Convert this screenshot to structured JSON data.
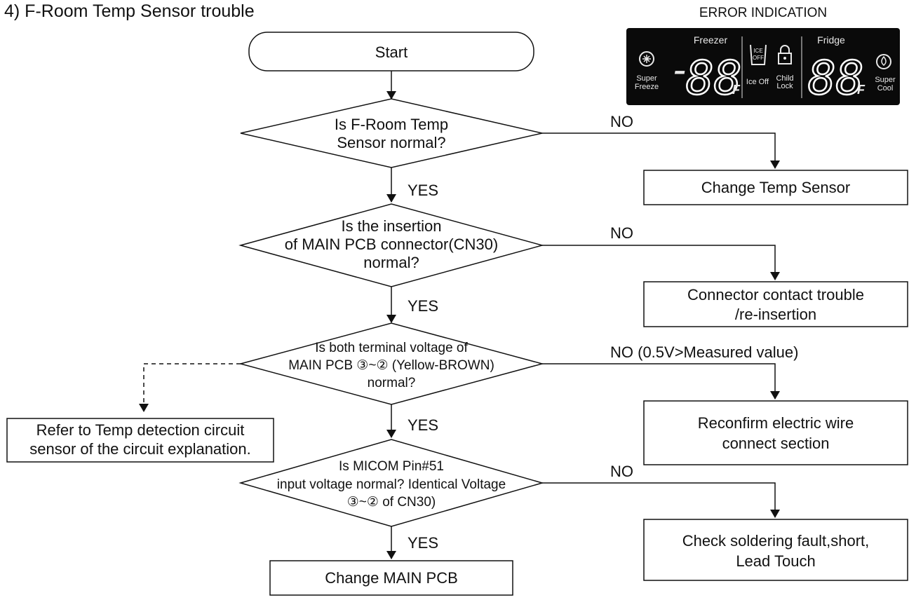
{
  "title": "4) F-Room Temp Sensor trouble",
  "error_indication": {
    "caption": "ERROR INDICATION",
    "freezer_label": "Freezer",
    "fridge_label": "Fridge",
    "super_freeze": [
      "Super",
      "Freeze"
    ],
    "super_cool": [
      "Super",
      "Cool"
    ],
    "ice_off": "Ice Off",
    "ice_off_icon": [
      "ICE",
      "OFF"
    ],
    "child_lock": [
      "Child",
      "Lock"
    ],
    "unit": "F",
    "minus": "-",
    "freezer_digits": "88",
    "fridge_digits": "88",
    "colors": {
      "panel": "#0a0a0a",
      "segment": "#ffffff",
      "segment_dim": "#8a8a8a"
    }
  },
  "flow": {
    "start": "Start",
    "decision1": [
      "Is F-Room Temp",
      "Sensor normal?"
    ],
    "decision2": [
      "Is the insertion",
      "of MAIN PCB connector(CN30)",
      "normal?"
    ],
    "decision3": [
      "Is both terminal voltage of",
      "MAIN PCB ③~② (Yellow-BROWN)",
      "normal?"
    ],
    "decision4": [
      "Is MICOM Pin#51",
      "input voltage normal? Identical Voltage",
      "③~② of CN30)"
    ],
    "action1": "Change Temp Sensor",
    "action2": [
      "Connector contact trouble",
      "/re-insertion"
    ],
    "action3": [
      "Reconfirm electric wire",
      "connect section"
    ],
    "action4": [
      "Check soldering fault,short,",
      "Lead Touch"
    ],
    "final": "Change MAIN PCB",
    "refer": [
      "Refer to Temp detection circuit",
      "sensor of the circuit explanation."
    ],
    "yes": "YES",
    "no": "NO",
    "no_measured": "NO (0.5V>Measured value)"
  }
}
